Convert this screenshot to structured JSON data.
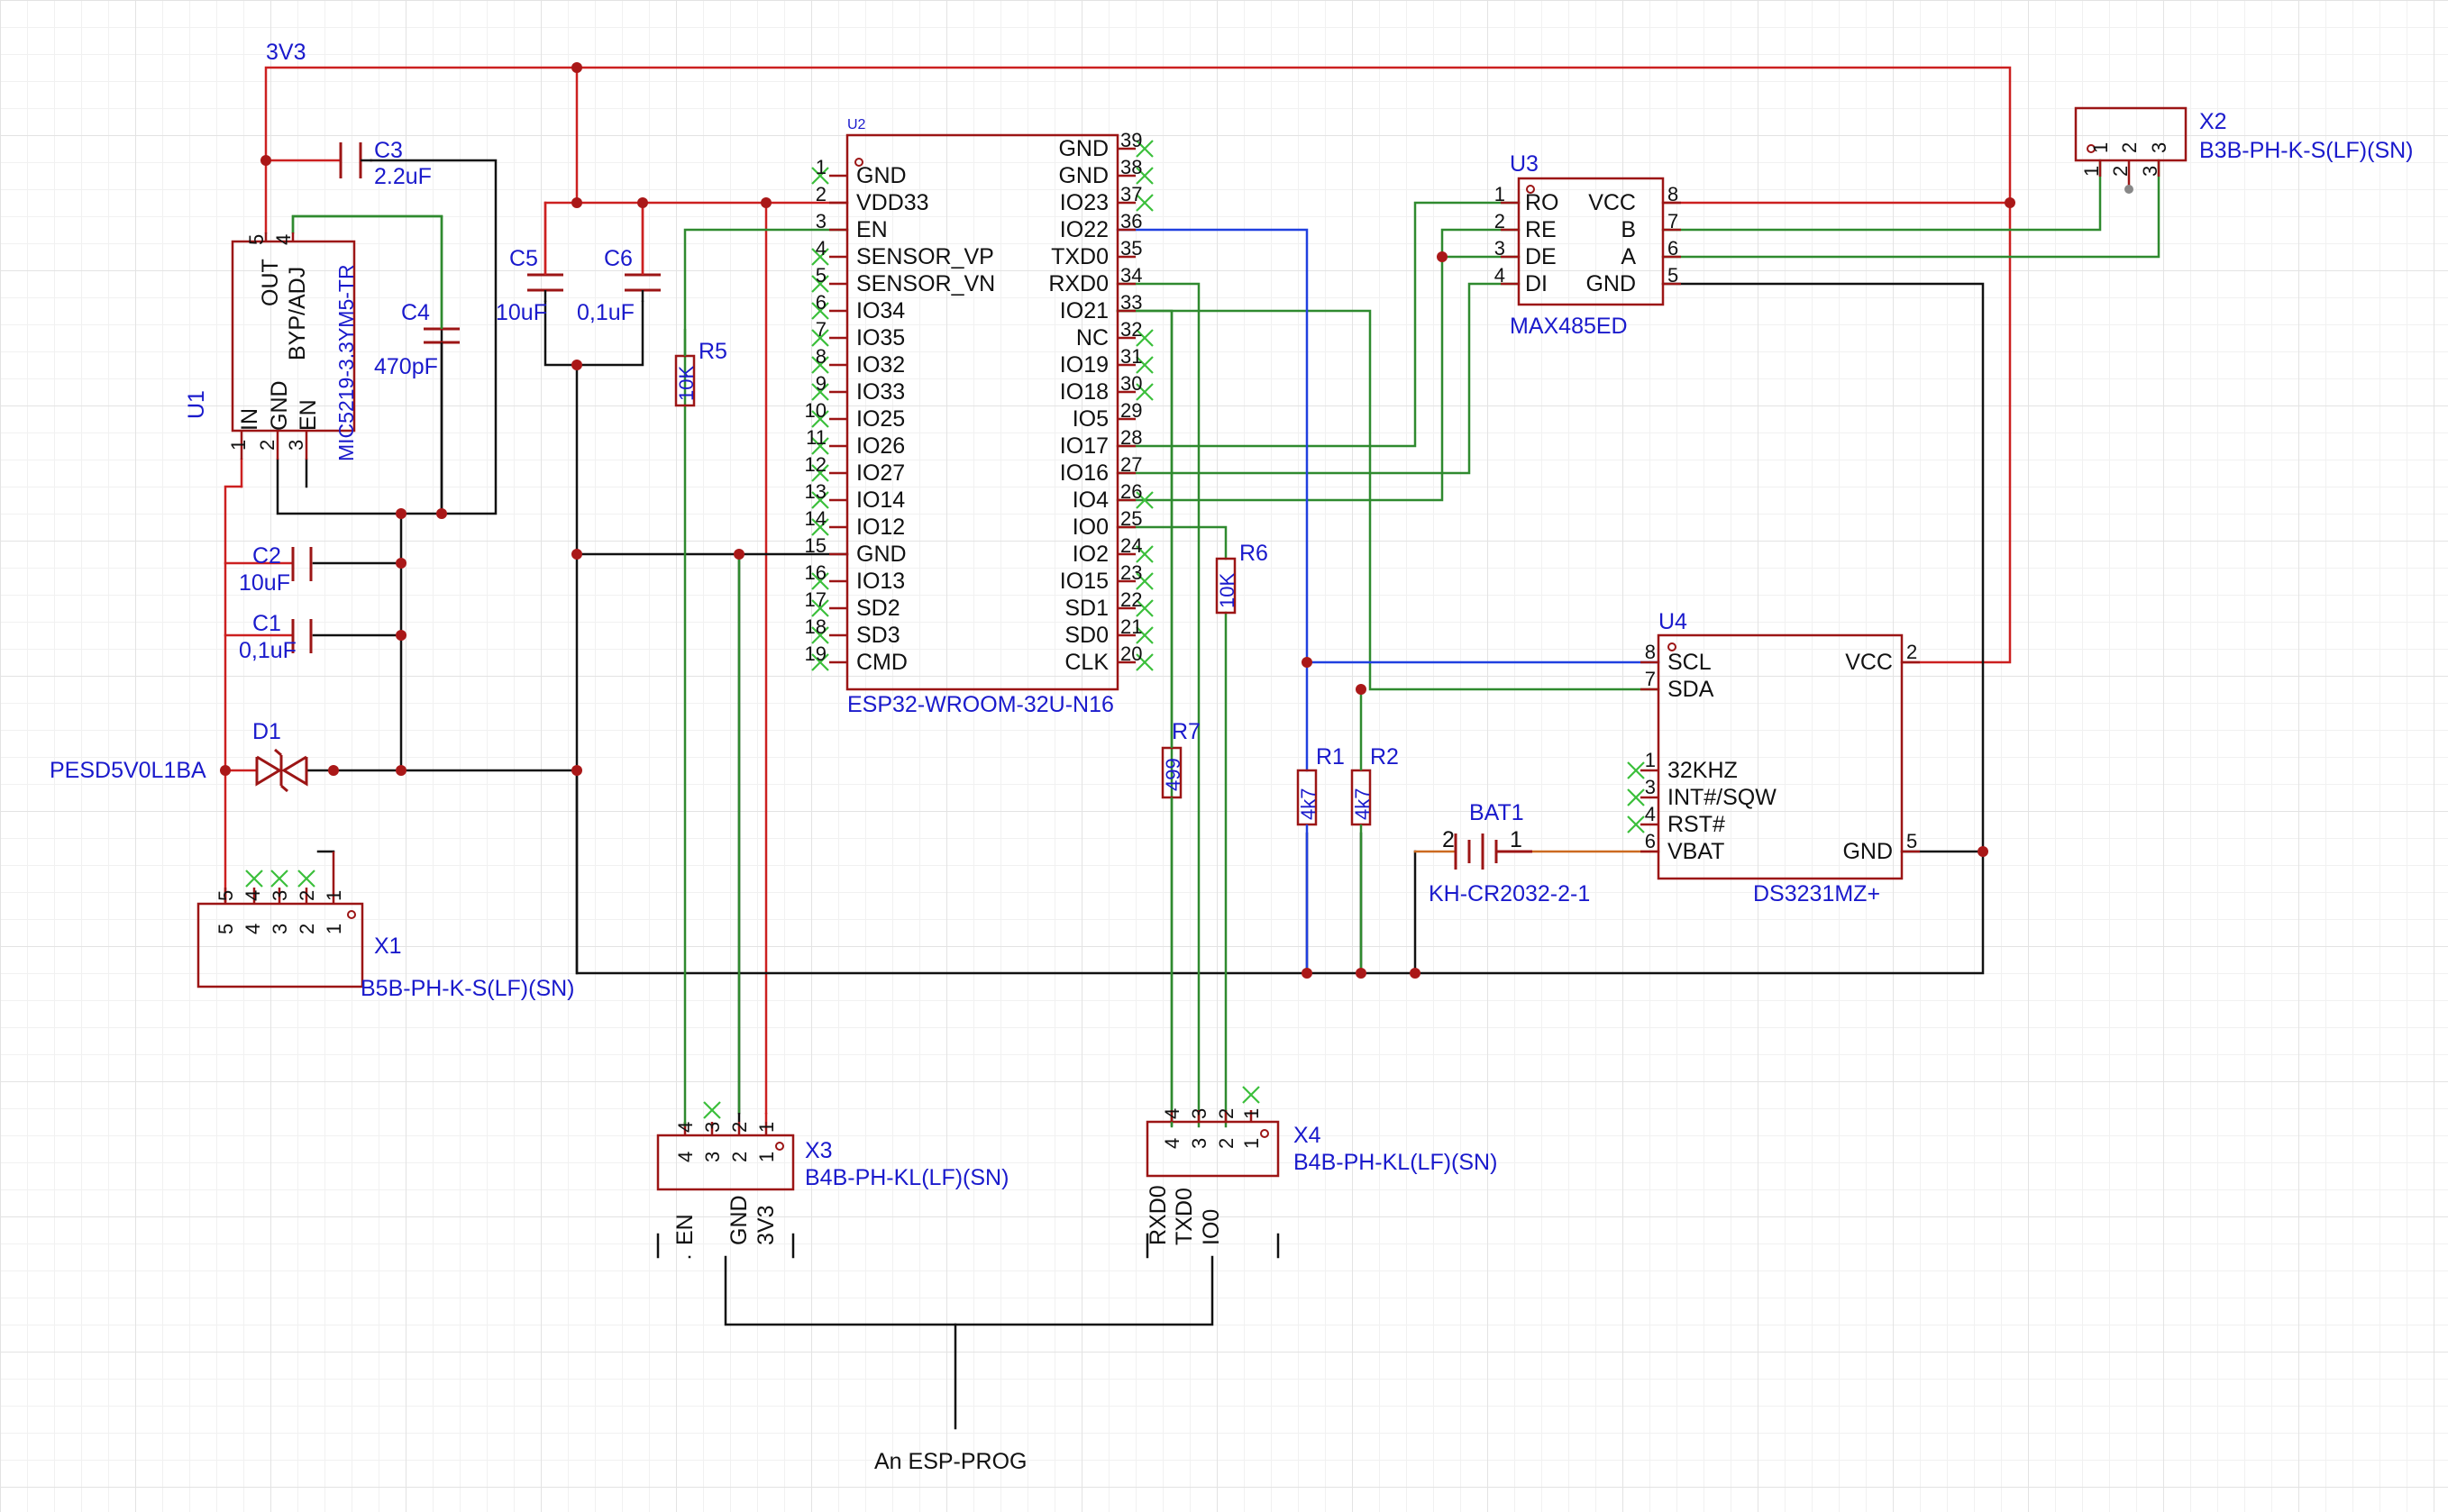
{
  "colors": {
    "wire_red": "#cc2020",
    "wire_green": "#2f8a2f",
    "wire_blue": "#2040e0",
    "wire_black": "#111111",
    "wire_orange": "#cc6a20",
    "body": "#9c1515",
    "label_blue": "#1a1acc",
    "nc": "#3bbf3b",
    "junction": "#aa1818"
  },
  "nets": {
    "v33": "3V3"
  },
  "u1": {
    "ref": "U1",
    "part": "MIC5219-3.3YM5-TR",
    "pins": [
      "OUT",
      "BYP/ADJ",
      "IN",
      "GND",
      "EN"
    ],
    "nums": [
      "5",
      "4",
      "1",
      "2",
      "3"
    ]
  },
  "c3": {
    "ref": "C3",
    "value": "2.2uF"
  },
  "c4": {
    "ref": "C4",
    "value": "470pF"
  },
  "c5": {
    "ref": "C5",
    "value": "10uF"
  },
  "c6": {
    "ref": "C6",
    "value": "0,1uF"
  },
  "c2": {
    "ref": "C2",
    "value": "10uF"
  },
  "c1": {
    "ref": "C1",
    "value": "0,1uF"
  },
  "d1": {
    "ref": "D1",
    "part": "PESD5V0L1BA"
  },
  "r5": {
    "ref": "R5",
    "value": "10K"
  },
  "r6": {
    "ref": "R6",
    "value": "10K"
  },
  "r7": {
    "ref": "R7",
    "value": "499"
  },
  "r1": {
    "ref": "R1",
    "value": "4k7"
  },
  "r2": {
    "ref": "R2",
    "value": "4k7"
  },
  "u2": {
    "ref": "U2",
    "part": "ESP32-WROOM-32U-N16",
    "left": [
      [
        "1",
        "GND"
      ],
      [
        "2",
        "VDD33"
      ],
      [
        "3",
        "EN"
      ],
      [
        "4",
        "SENSOR_VP"
      ],
      [
        "5",
        "SENSOR_VN"
      ],
      [
        "6",
        "IO34"
      ],
      [
        "7",
        "IO35"
      ],
      [
        "8",
        "IO32"
      ],
      [
        "9",
        "IO33"
      ],
      [
        "10",
        "IO25"
      ],
      [
        "11",
        "IO26"
      ],
      [
        "12",
        "IO27"
      ],
      [
        "13",
        "IO14"
      ],
      [
        "14",
        "IO12"
      ],
      [
        "15",
        "GND"
      ],
      [
        "16",
        "IO13"
      ],
      [
        "17",
        "SD2"
      ],
      [
        "18",
        "SD3"
      ],
      [
        "19",
        "CMD"
      ]
    ],
    "right": [
      [
        "39",
        "GND"
      ],
      [
        "38",
        "GND"
      ],
      [
        "37",
        "IO23"
      ],
      [
        "36",
        "IO22"
      ],
      [
        "35",
        "TXD0"
      ],
      [
        "34",
        "RXD0"
      ],
      [
        "33",
        "IO21"
      ],
      [
        "32",
        "NC"
      ],
      [
        "31",
        "IO19"
      ],
      [
        "30",
        "IO18"
      ],
      [
        "29",
        "IO5"
      ],
      [
        "28",
        "IO17"
      ],
      [
        "27",
        "IO16"
      ],
      [
        "26",
        "IO4"
      ],
      [
        "25",
        "IO0"
      ],
      [
        "24",
        "IO2"
      ],
      [
        "23",
        "IO15"
      ],
      [
        "22",
        "SD1"
      ],
      [
        "21",
        "SD0"
      ],
      [
        "20",
        "CLK"
      ]
    ]
  },
  "u3": {
    "ref": "U3",
    "part": "MAX485ED",
    "left": [
      [
        "1",
        "RO"
      ],
      [
        "2",
        "RE"
      ],
      [
        "3",
        "DE"
      ],
      [
        "4",
        "DI"
      ]
    ],
    "right": [
      [
        "8",
        "VCC"
      ],
      [
        "7",
        "B"
      ],
      [
        "6",
        "A"
      ],
      [
        "5",
        "GND"
      ]
    ]
  },
  "u4": {
    "ref": "U4",
    "part": "DS3231MZ+",
    "left": [
      [
        "8",
        "SCL"
      ],
      [
        "7",
        "SDA"
      ],
      [
        "1",
        "32KHZ"
      ],
      [
        "3",
        "INT#/SQW"
      ],
      [
        "4",
        "RST#"
      ],
      [
        "6",
        "VBAT"
      ]
    ],
    "right": [
      [
        "2",
        "VCC"
      ],
      [
        "5",
        "GND"
      ]
    ]
  },
  "bat1": {
    "ref": "BAT1",
    "part": "KH-CR2032-2-1",
    "nums": [
      "2",
      "1"
    ]
  },
  "x1": {
    "ref": "X1",
    "part": "B5B-PH-K-S(LF)(SN)",
    "pins": [
      "5",
      "4",
      "3",
      "2",
      "1"
    ]
  },
  "x2": {
    "ref": "X2",
    "part": "B3B-PH-K-S(LF)(SN)",
    "pins": [
      "1",
      "2",
      "3"
    ]
  },
  "x3": {
    "ref": "X3",
    "part": "B4B-PH-KL(LF)(SN)",
    "pins": [
      "4",
      "3",
      "2",
      "1"
    ],
    "signals": [
      "EN",
      "GND",
      "3V3"
    ]
  },
  "x4": {
    "ref": "X4",
    "part": "B4B-PH-KL(LF)(SN)",
    "pins": [
      "4",
      "3",
      "2",
      "1"
    ],
    "signals": [
      "RXD0",
      "TXD0",
      "IO0"
    ]
  },
  "prog_label": "An ESP-PROG"
}
